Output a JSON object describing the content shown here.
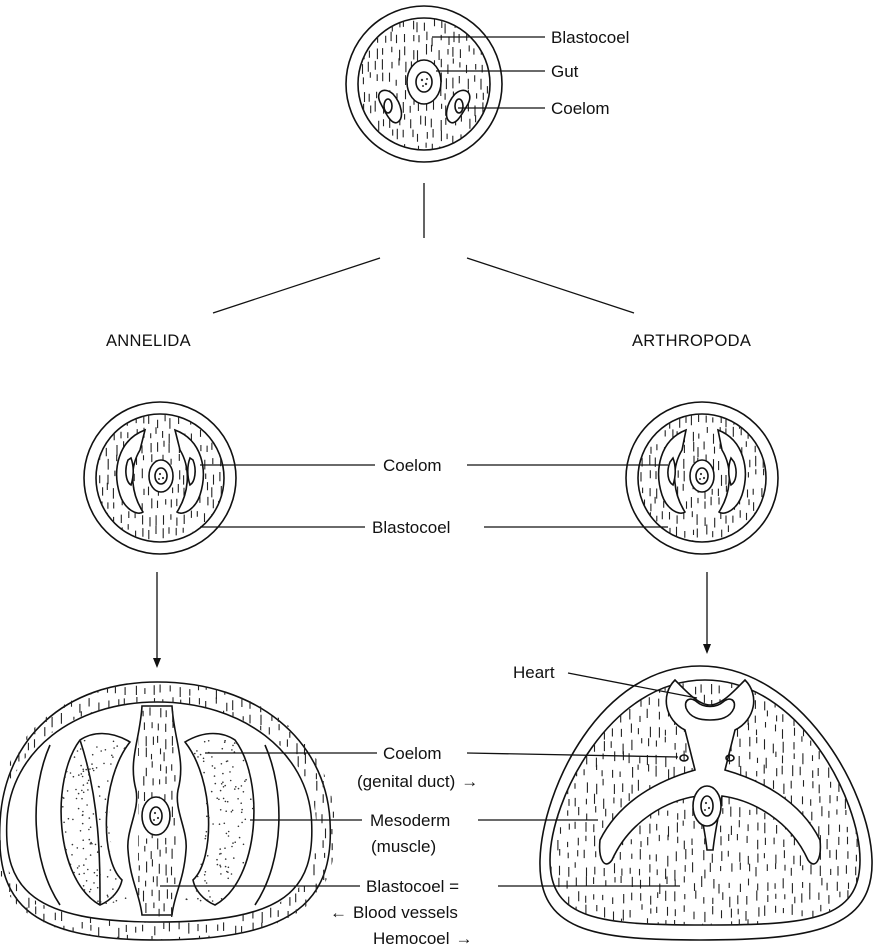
{
  "labels": {
    "top_blastocoel": "Blastocoel",
    "top_gut": "Gut",
    "top_coelom": "Coelom",
    "annelida": "ANNELIDA",
    "arthropoda": "ARTHROPODA",
    "mid_coelom": "Coelom",
    "mid_blastocoel": "Blastocoel",
    "heart": "Heart",
    "coelom": "Coelom",
    "genital_duct": "(genital duct)",
    "mesoderm": "Mesoderm",
    "muscle": "(muscle)",
    "blastocoel_eq": "Blastocoel =",
    "blood_vessels": "Blood vessels",
    "hemocoel": "Hemocoel"
  },
  "arrows": {
    "right": "→",
    "left": "←"
  }
}
